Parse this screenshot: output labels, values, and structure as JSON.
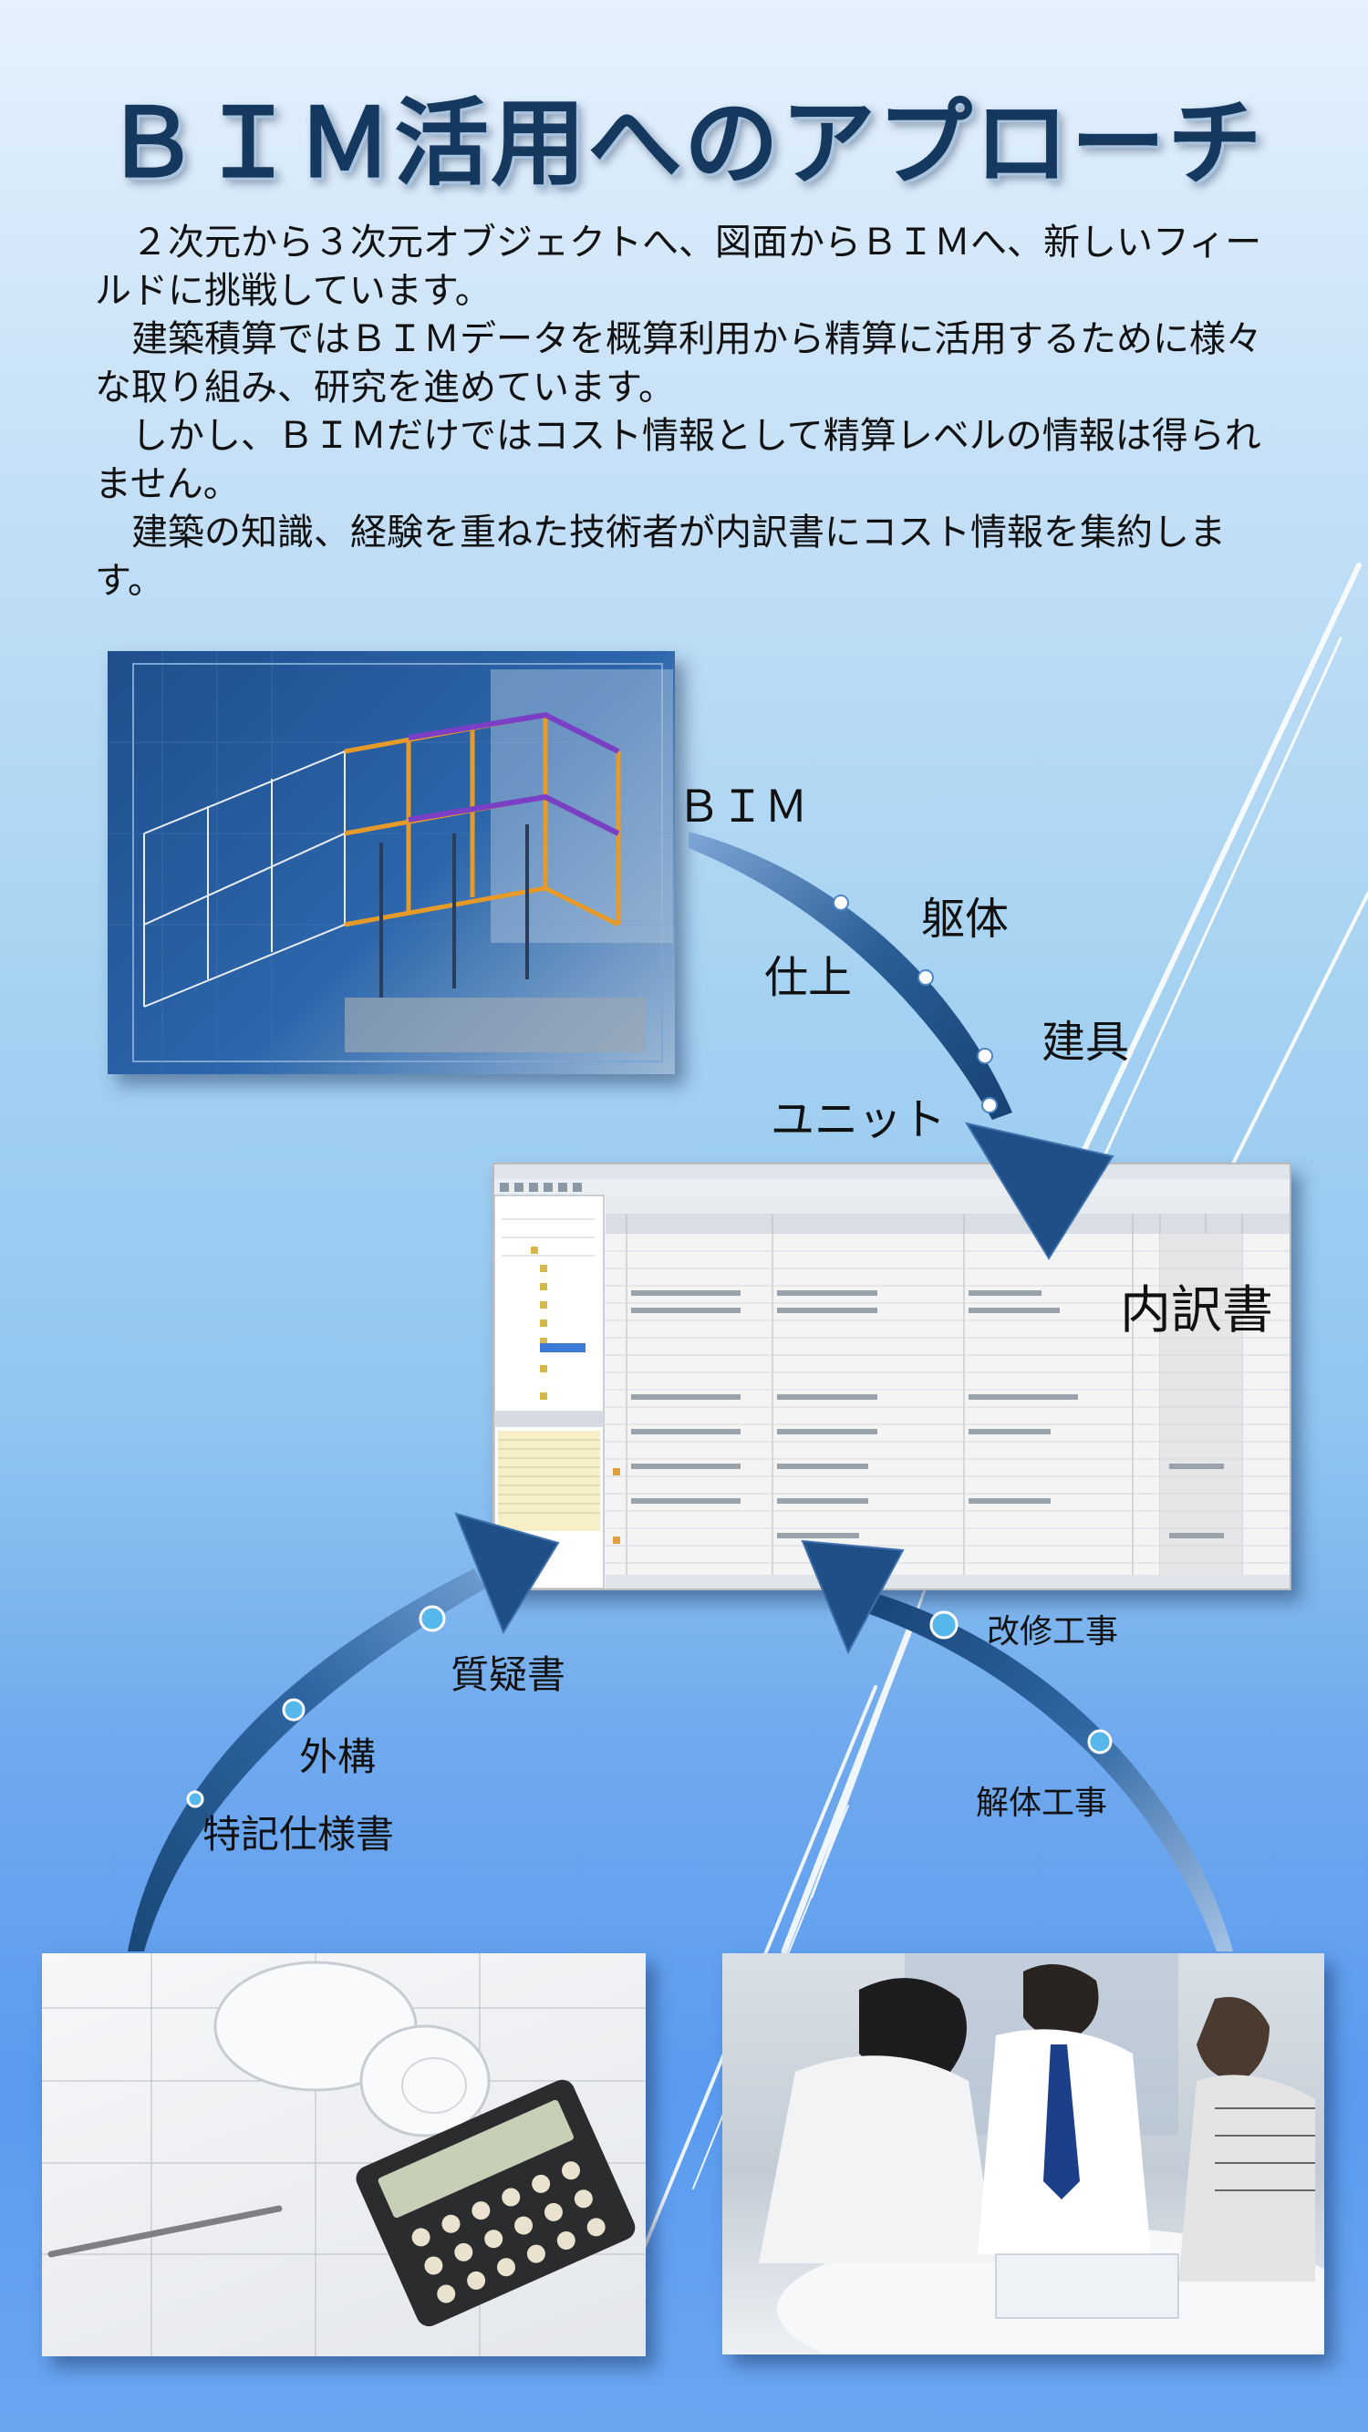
{
  "title": "ＢＩＭ活用へのアプローチ",
  "intro": [
    "　２次元から３次元オブジェクトへ、図面からＢＩＭへ、新しいフィールドに挑戦しています。",
    "　建築積算ではＢＩＭデータを概算利用から精算に活用するために様々な取り組み、研究を進めています。",
    "　しかし、ＢＩＭだけではコスト情報として精算レベルの情報は得られません。",
    "　建築の知識、経験を重ねた技術者が内訳書にコスト情報を集約します。"
  ],
  "labels": {
    "bim": "ＢＩＭ",
    "kutai": "躯体",
    "shiage": "仕上",
    "tategu": "建具",
    "unit": "ユニット",
    "uchiwakesho": "内訳書",
    "shitsugisho": "質疑書",
    "gaiko": "外構",
    "tokki": "特記仕様書",
    "kaishu": "改修工事",
    "kaitai": "解体工事"
  },
  "colors": {
    "title": "#15395e",
    "arrow": "#1f4f86",
    "arrow_light": "#5f8fc4",
    "bead": "#56b8ea"
  }
}
